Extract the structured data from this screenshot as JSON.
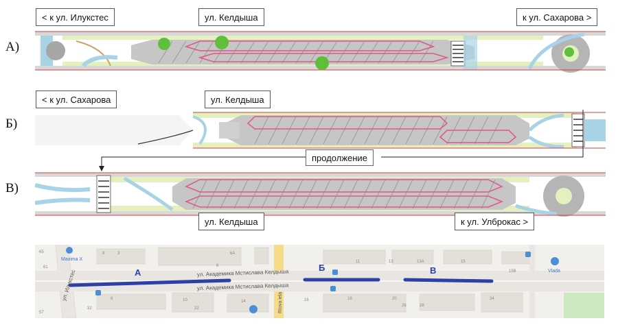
{
  "plans": [
    {
      "letter": "А)",
      "callouts": [
        {
          "key": "left",
          "text": "< к ул. Илукстес"
        },
        {
          "key": "mid",
          "text": "ул. Келдыша"
        },
        {
          "key": "right",
          "text": "к ул. Сахарова >"
        }
      ]
    },
    {
      "letter": "Б)",
      "callouts": [
        {
          "key": "left",
          "text": "< к ул. Сахарова"
        },
        {
          "key": "mid",
          "text": "ул. Келдыша"
        }
      ]
    },
    {
      "letter": "В)",
      "callouts": [
        {
          "key": "mid",
          "text": "ул. Келдыша"
        },
        {
          "key": "right",
          "text": "к ул. Улброкас >"
        }
      ]
    }
  ],
  "continuation_label": "продолжение",
  "map": {
    "street_upper": "ул. Академика Мстислава Келдыша",
    "street_lower": "ул. Академика Мстислава Келдыша",
    "street_side": "ул. Илукстес",
    "street_cross": "Rīova iela",
    "poi_left": "Maxima X",
    "poi_right": "Vlada",
    "segments": [
      {
        "label": "А"
      },
      {
        "label": "Б"
      },
      {
        "label": "В"
      }
    ],
    "building_numbers": [
      "65",
      "61",
      "57",
      "9",
      "3",
      "6A",
      "6",
      "10",
      "11",
      "13",
      "13A",
      "15",
      "15B",
      "16",
      "18",
      "20",
      "26",
      "28",
      "32",
      "34",
      "8",
      "14",
      "22"
    ],
    "colors": {
      "route": "#2e3fa8",
      "road": "#e9e6e2",
      "arterial": "#f6dc8a",
      "block": "#f2f0ec",
      "park": "#cfe8c4",
      "poi": "#4a8fd6"
    }
  },
  "plan_colors": {
    "paved": "#c9c9c9",
    "green": "#e4f0bf",
    "water": "#a8d3e6",
    "pink": "#e0558a",
    "red": "#d33b3b",
    "tree": "#5fbf3a"
  }
}
